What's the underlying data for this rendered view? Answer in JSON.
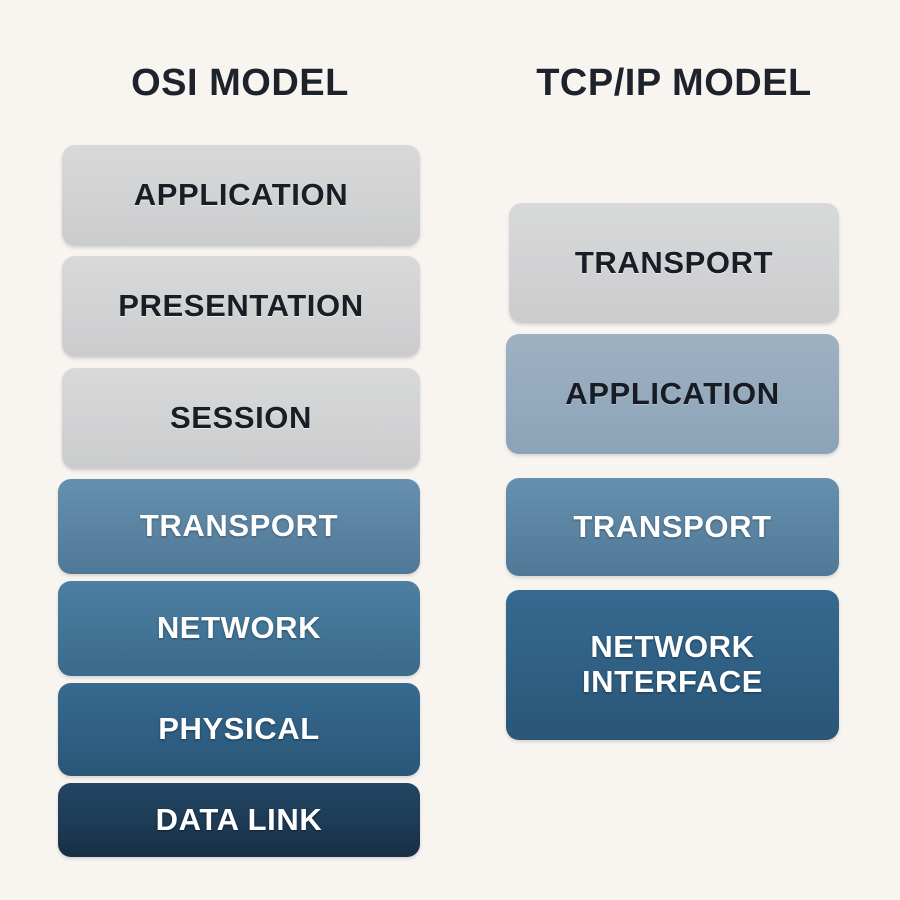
{
  "background_color": "#f8f5f0",
  "columns": [
    {
      "id": "osi",
      "title": "OSI MODEL",
      "layers": [
        {
          "label": "APPLICATION",
          "style": "gray",
          "color": "#d1d2d3",
          "text_color": "#191d26"
        },
        {
          "label": "PRESENTATION",
          "style": "gray",
          "color": "#d1d2d3",
          "text_color": "#191d26"
        },
        {
          "label": "SESSION",
          "style": "gray",
          "color": "#d1d2d3",
          "text_color": "#191d26"
        },
        {
          "label": "TRANSPORT",
          "style": "steel",
          "color": "#5a83a2",
          "text_color": "#ffffff"
        },
        {
          "label": "NETWORK",
          "style": "steel-mid",
          "color": "#427496",
          "text_color": "#ffffff"
        },
        {
          "label": "PHYSICAL",
          "style": "steel-deep",
          "color": "#2f5f83",
          "text_color": "#ffffff"
        },
        {
          "label": "DATA LINK",
          "style": "navy",
          "color": "#1d3b55",
          "text_color": "#ffffff"
        }
      ]
    },
    {
      "id": "tcp",
      "title": "TCP/IP MODEL",
      "layers": [
        {
          "label": "TRANSPORT",
          "style": "gray",
          "color": "#d1d2d3",
          "text_color": "#191d26"
        },
        {
          "label": "APPLICATION",
          "style": "steel-light",
          "color": "#93a9bc",
          "text_color": "#171b24"
        },
        {
          "label": "TRANSPORT",
          "style": "steel",
          "color": "#5a83a2",
          "text_color": "#ffffff"
        },
        {
          "label": "NETWORK INTERFACE",
          "style": "steel-deep",
          "color": "#2f5f83",
          "text_color": "#ffffff"
        }
      ]
    }
  ]
}
